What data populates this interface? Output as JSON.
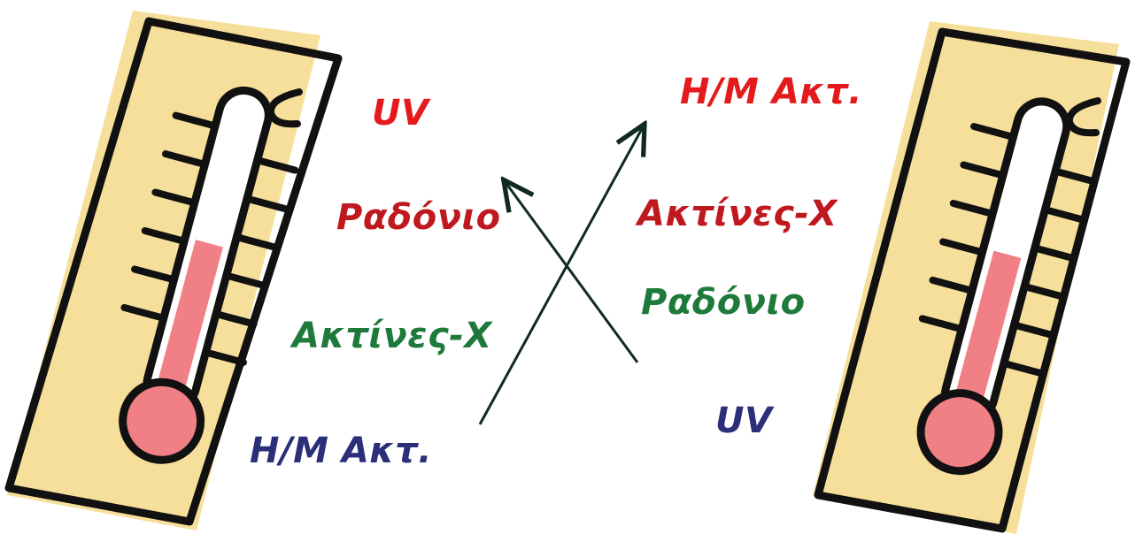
{
  "left": {
    "items": [
      {
        "text": "UV",
        "color": "#e41a1c"
      },
      {
        "text": "Ραδόνιο",
        "color": "#c0181f"
      },
      {
        "text": "Ακτίνες-X",
        "color": "#1e7a3a"
      },
      {
        "text": "H/M Ακτ.",
        "color": "#2b2f7a"
      }
    ],
    "thermometer_fill_level": 0.45
  },
  "right": {
    "items": [
      {
        "text": "H/M Ακτ.",
        "color": "#e41a1c"
      },
      {
        "text": "Ακτίνες-X",
        "color": "#c0181f"
      },
      {
        "text": "Ραδόνιο",
        "color": "#1e7a3a"
      },
      {
        "text": "UV",
        "color": "#2b2f7a"
      }
    ],
    "thermometer_fill_level": 0.45
  },
  "colors": {
    "card": "#f6df9a",
    "mercury": "#f07f86",
    "outline": "#111111",
    "arrow": "#102a22"
  },
  "icons": [
    "thermometer-icon",
    "arrow-icon"
  ]
}
